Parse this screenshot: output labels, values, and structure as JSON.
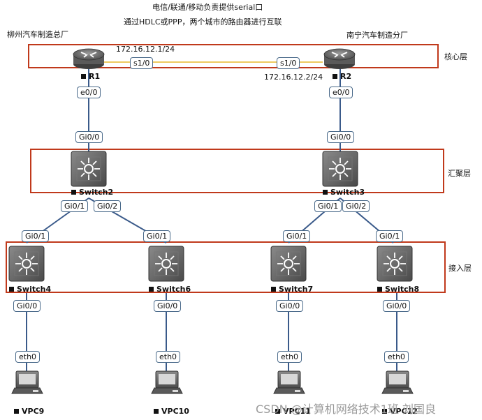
{
  "header": {
    "line1": "电信/联通/移动负责提供serial口",
    "line2": "通过HDLC或PPP，两个城市的路由器进行互联"
  },
  "sites": {
    "left": "柳州汽车制造总厂",
    "right": "南宁汽车制造分厂"
  },
  "layers": {
    "core": "核心层",
    "aggregation": "汇聚层",
    "access": "接入层"
  },
  "ips": {
    "r1": "172.16.12.1/24",
    "r2": "172.16.12.2/24"
  },
  "devices": {
    "r1": "R1",
    "r2": "R2",
    "sw2": "Switch2",
    "sw3": "Switch3",
    "sw4": "Switch4",
    "sw6": "Switch6",
    "sw7": "Switch7",
    "sw8": "Switch8",
    "vpc9": "VPC9",
    "vpc10": "VPC10",
    "vpc11": "VPC11",
    "vpc12": "VPC12"
  },
  "ports": {
    "r1_s": "s1/0",
    "r2_s": "s1/0",
    "r1_e": "e0/0",
    "r2_e": "e0/0",
    "sw2_up": "Gi0/0",
    "sw3_up": "Gi0/0",
    "sw2_g1": "Gi0/1",
    "sw2_g2": "Gi0/2",
    "sw3_g1": "Gi0/1",
    "sw3_g2": "Gi0/2",
    "sw4_up": "Gi0/1",
    "sw6_up": "Gi0/1",
    "sw7_up": "Gi0/1",
    "sw8_up": "Gi0/1",
    "sw4_down": "Gi0/0",
    "sw6_down": "Gi0/0",
    "sw7_down": "Gi0/0",
    "sw8_down": "Gi0/0",
    "vpc9_eth": "eth0",
    "vpc10_eth": "eth0",
    "vpc11_eth": "eth0",
    "vpc12_eth": "eth0"
  },
  "watermark": "CSDN @计算机网络技术1班 刘国良",
  "colors": {
    "layer_border": "#c0391b",
    "serial_link": "#e8b82a",
    "ethernet_link": "#3a5a8a",
    "device_body": "#6e6e6e"
  }
}
